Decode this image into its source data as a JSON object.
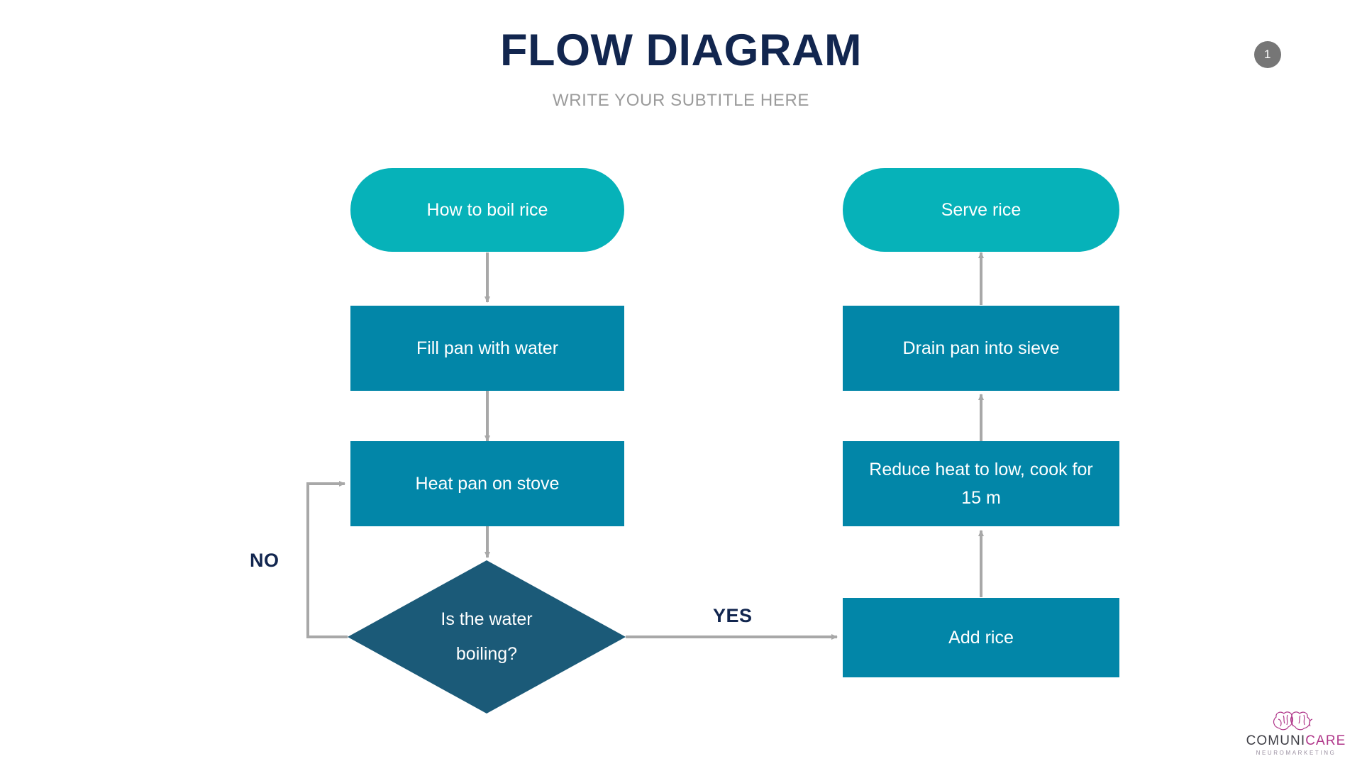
{
  "header": {
    "title": "FLOW DIAGRAM",
    "subtitle": "WRITE YOUR SUBTITLE HERE",
    "page_number": "1"
  },
  "colors": {
    "title": "#12264f",
    "subtitle": "#9b9b9b",
    "terminator": "#06b2b9",
    "process": "#0286a8",
    "decision": "#1b5a78",
    "connector": "#a8a8a8",
    "badge": "#767676",
    "background": "#ffffff"
  },
  "diagram": {
    "type": "flowchart",
    "nodes": [
      {
        "id": "start",
        "label": "How to boil rice",
        "shape": "terminator",
        "column": "left"
      },
      {
        "id": "fill_pan",
        "label": "Fill pan with water",
        "shape": "process",
        "column": "left"
      },
      {
        "id": "heat_pan",
        "label": "Heat pan on stove",
        "shape": "process",
        "column": "left"
      },
      {
        "id": "decision",
        "label_line1": "Is the water",
        "label_line2": "boiling?",
        "shape": "decision",
        "column": "left"
      },
      {
        "id": "add_rice",
        "label": "Add rice",
        "shape": "process",
        "column": "right"
      },
      {
        "id": "reduce",
        "label_line1": "Reduce heat to low, cook for",
        "label_line2": "15 m",
        "shape": "process",
        "column": "right"
      },
      {
        "id": "drain",
        "label": "Drain pan into sieve",
        "shape": "process",
        "column": "right"
      },
      {
        "id": "serve",
        "label": "Serve rice",
        "shape": "terminator",
        "column": "right"
      }
    ],
    "edges": [
      {
        "from": "start",
        "to": "fill_pan",
        "label": ""
      },
      {
        "from": "fill_pan",
        "to": "heat_pan",
        "label": ""
      },
      {
        "from": "heat_pan",
        "to": "decision",
        "label": ""
      },
      {
        "from": "decision",
        "to": "add_rice",
        "label": "YES"
      },
      {
        "from": "decision",
        "to": "heat_pan",
        "label": "NO"
      },
      {
        "from": "add_rice",
        "to": "reduce",
        "label": ""
      },
      {
        "from": "reduce",
        "to": "drain",
        "label": ""
      },
      {
        "from": "drain",
        "to": "serve",
        "label": ""
      }
    ],
    "branch_labels": {
      "no": "NO",
      "yes": "YES"
    }
  },
  "logo": {
    "wordmark_part1": "COMUNI",
    "wordmark_part2": "CARE",
    "tagline": "NEUROMARKETING"
  }
}
